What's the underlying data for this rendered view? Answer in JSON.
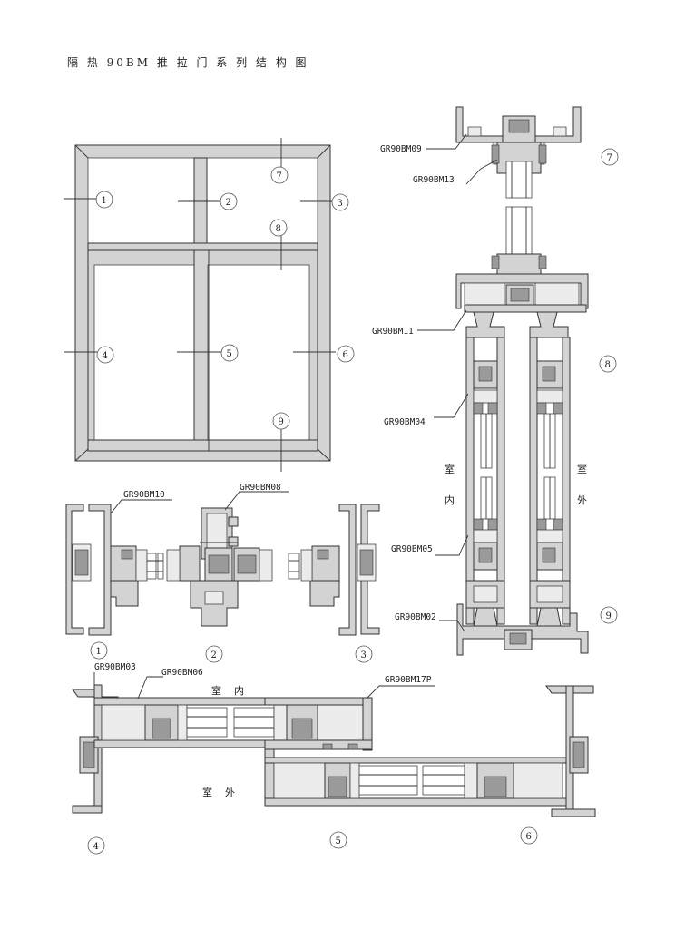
{
  "title": "隔 热 90BM 推 拉 门 系 列 结 构 图",
  "elevation": {
    "markers": [
      "1",
      "2",
      "3",
      "4",
      "5",
      "6",
      "7",
      "8",
      "9"
    ]
  },
  "profiles": {
    "bm09": "GR90BM09",
    "bm13": "GR90BM13",
    "bm11": "GR90BM11",
    "bm04": "GR90BM04",
    "bm05": "GR90BM05",
    "bm02": "GR90BM02",
    "bm10": "GR90BM10",
    "bm08": "GR90BM08",
    "bm03": "GR90BM03",
    "bm06": "GR90BM06",
    "bm17p": "GR90BM17P"
  },
  "section_numbers": {
    "s7": "7",
    "s8": "8",
    "s9": "9",
    "s1": "1",
    "s2": "2",
    "s3": "3",
    "s4": "4",
    "s5": "5",
    "s6": "6"
  },
  "orientation": {
    "indoor_a": "室",
    "indoor_b": "内",
    "outdoor_a": "室",
    "outdoor_b": "外",
    "bottom_indoor": "室    内",
    "bottom_outdoor": "室    外"
  }
}
